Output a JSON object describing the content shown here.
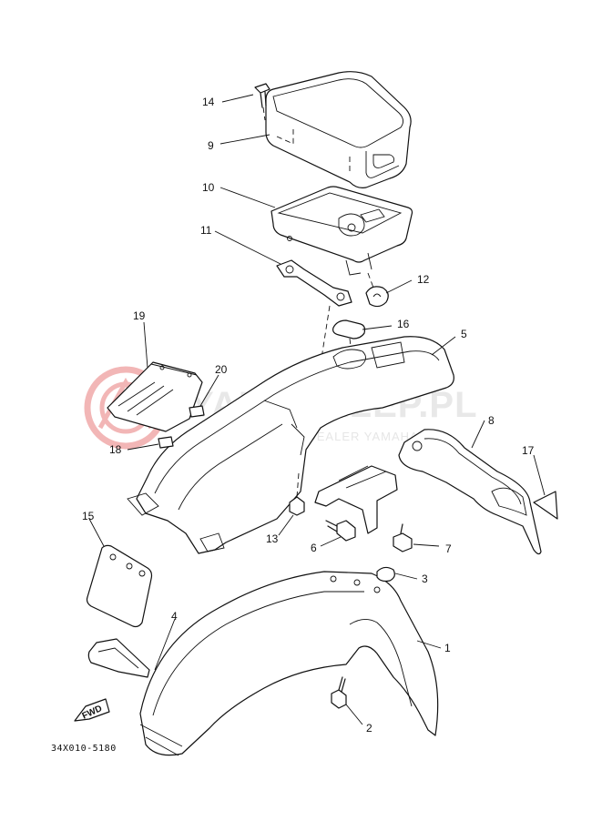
{
  "watermark": {
    "brand": "YAMASKLEP.PL",
    "subtitle": "WOJCIECH ... | DEALER YAMAHA",
    "logo_color": "#f2b6b6"
  },
  "diagram_code": "34X010-5180",
  "fwd_label": "FWD",
  "callouts": [
    {
      "id": "c1",
      "text": "1"
    },
    {
      "id": "c2",
      "text": "2"
    },
    {
      "id": "c3",
      "text": "3"
    },
    {
      "id": "c4",
      "text": "4"
    },
    {
      "id": "c5",
      "text": "5"
    },
    {
      "id": "c6",
      "text": "6"
    },
    {
      "id": "c7",
      "text": "7"
    },
    {
      "id": "c8",
      "text": "8"
    },
    {
      "id": "c9",
      "text": "9"
    },
    {
      "id": "c10",
      "text": "10"
    },
    {
      "id": "c11",
      "text": "11"
    },
    {
      "id": "c12",
      "text": "12"
    },
    {
      "id": "c13",
      "text": "13"
    },
    {
      "id": "c14",
      "text": "14"
    },
    {
      "id": "c15",
      "text": "15"
    },
    {
      "id": "c16",
      "text": "16"
    },
    {
      "id": "c17",
      "text": "17"
    },
    {
      "id": "c18",
      "text": "18"
    },
    {
      "id": "c19",
      "text": "19"
    },
    {
      "id": "c20",
      "text": "20"
    }
  ]
}
